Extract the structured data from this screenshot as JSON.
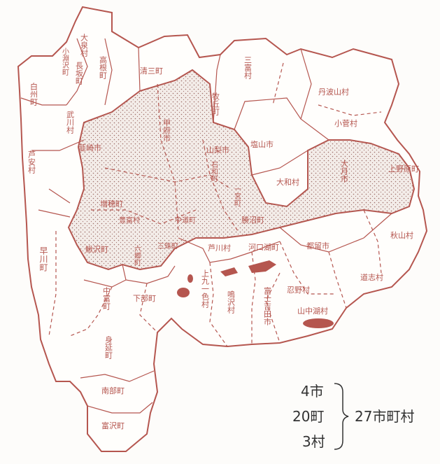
{
  "colors": {
    "line": "#b5564f",
    "text": "#333333",
    "paper": "#fdfcfa"
  },
  "labels": {
    "oizumi": "大泉村",
    "kobuchizawa": "小淵沢町",
    "nagasaka": "長坂町",
    "takane": "高根町",
    "kiyosato": "清三町",
    "mitomi": "三富村",
    "makioka": "牧丘町",
    "tabayama": "丹波山村",
    "kosuge": "小菅村",
    "enzan": "塩山市",
    "hakushu": "白州町",
    "mukawa": "武川村",
    "nirasaki": "韮崎市",
    "ashiyasu": "芦安村",
    "hayakawa": "早川町",
    "yamanashi": "山梨市",
    "yamato": "大和村",
    "otsuki": "大月市",
    "uenohara": "上野原町",
    "tsuru": "都留市",
    "akiyama": "秋山村",
    "doshi": "道志村",
    "kawaguchiko": "河口湖町",
    "oshino": "忍野村",
    "yamanakako": "山中湖村",
    "fujiyoshida": "富士吉田市",
    "narusawa": "鳴沢村",
    "ashikawa": "芦川村",
    "kuichishiki": "上九一色村",
    "shimobe": "下部町",
    "nakatomi": "中富町",
    "minobu": "身延町",
    "nanbu": "南部町",
    "tomizawa": "富沢町",
    "masuho": "増穂町",
    "kajikazawa": "鰍沢町",
    "ichikawamisato": "三珠町",
    "rokugo": "六郷町",
    "kofu": "甲府市",
    "isawa": "石和町",
    "ichinomiya": "一宮町",
    "katsunuma": "勝沼町",
    "nakamichi": "中道町",
    "toyotomi": "豊富村"
  },
  "legend": {
    "cities": "4市",
    "towns": "20町",
    "villages": "3村",
    "total": "27市町村"
  }
}
